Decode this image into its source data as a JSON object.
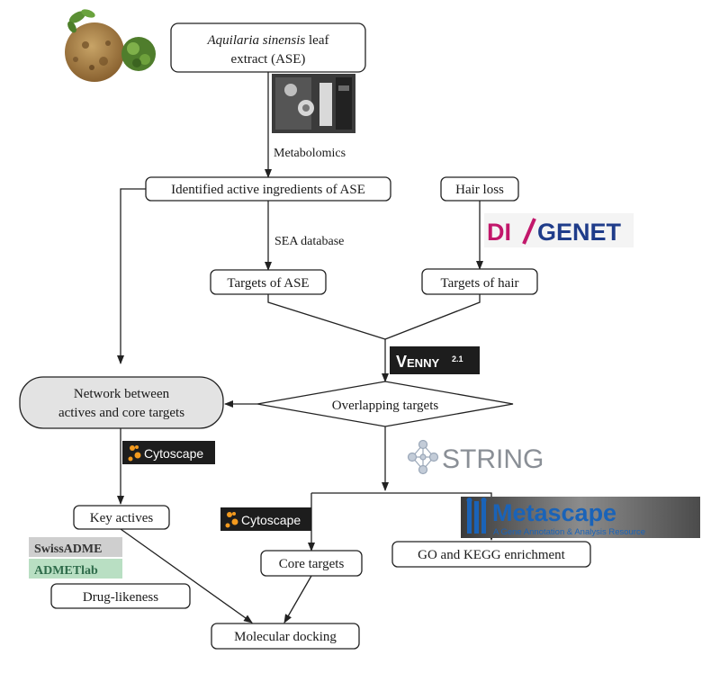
{
  "colors": {
    "stroke": "#222222",
    "network_fill": "#e3e3e3",
    "disgenet_pink": "#c2176b",
    "disgenet_blue": "#1f3c8a",
    "metascape_blue": "#1a63b8",
    "admetlab_green": "#b9dfc3",
    "swissadme_gray": "#cfcfcf",
    "logo_dark": "#1d1d1d",
    "cytoscape_orange": "#f39a1e"
  },
  "nodes": {
    "ase": {
      "line1_italic": "Aquilaria sinensis",
      "line1_rest": " leaf",
      "line2": "extract (ASE)"
    },
    "ingredients": "Identified active ingredients of ASE",
    "hair_loss": "Hair loss",
    "targets_ase": "Targets of ASE",
    "targets_hair": "Targets of hair",
    "overlapping": "Overlapping targets",
    "network": {
      "line1": "Network between",
      "line2": "actives and core targets"
    },
    "key_actives": "Key actives",
    "drug_likeness": "Drug-likeness",
    "core_targets": "Core targets",
    "go_kegg": "GO and KEGG enrichment",
    "molecular_docking": "Molecular docking"
  },
  "edge_labels": {
    "metabolomics": "Metabolomics",
    "sea_database": "SEA database"
  },
  "logos": {
    "disgenet": {
      "left": "DI",
      "right": "GENET"
    },
    "venny": {
      "name": "Venny",
      "version": "2.1"
    },
    "cytoscape": "Cytoscape",
    "string": "STRING",
    "metascape": {
      "name": "Metascape",
      "tagline": "A Gene Annotation & Analysis Resource"
    },
    "swissadme": "SwissADME",
    "admetlab": "ADMETlab"
  },
  "icons": {
    "herb_photo": "herb-photo-icon",
    "instrument_photo": "mass-spectrometer-icon",
    "network_glyph": "network-graph-icon",
    "person_glyph": "person-figure-icon"
  }
}
